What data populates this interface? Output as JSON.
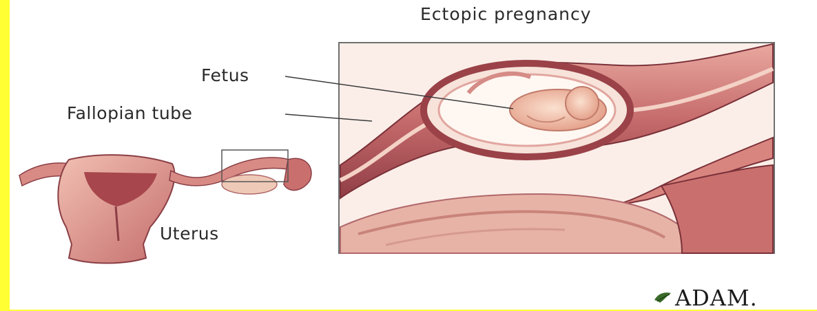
{
  "diagram": {
    "title": "Ectopic pregnancy",
    "labels": {
      "fetus": "Fetus",
      "fallopian_tube": "Fallopian tube",
      "uterus": "Uterus"
    },
    "logo_text": "ADAM."
  },
  "colors": {
    "frame_bg": "#ffff33",
    "tissue_dark": "#b5555a",
    "tissue_mid": "#d98a86",
    "tissue_light": "#efc2b4",
    "lining": "#f6dcd2",
    "fetus": "#f2c3a8",
    "logo_leaf": "#3a6a2a"
  }
}
